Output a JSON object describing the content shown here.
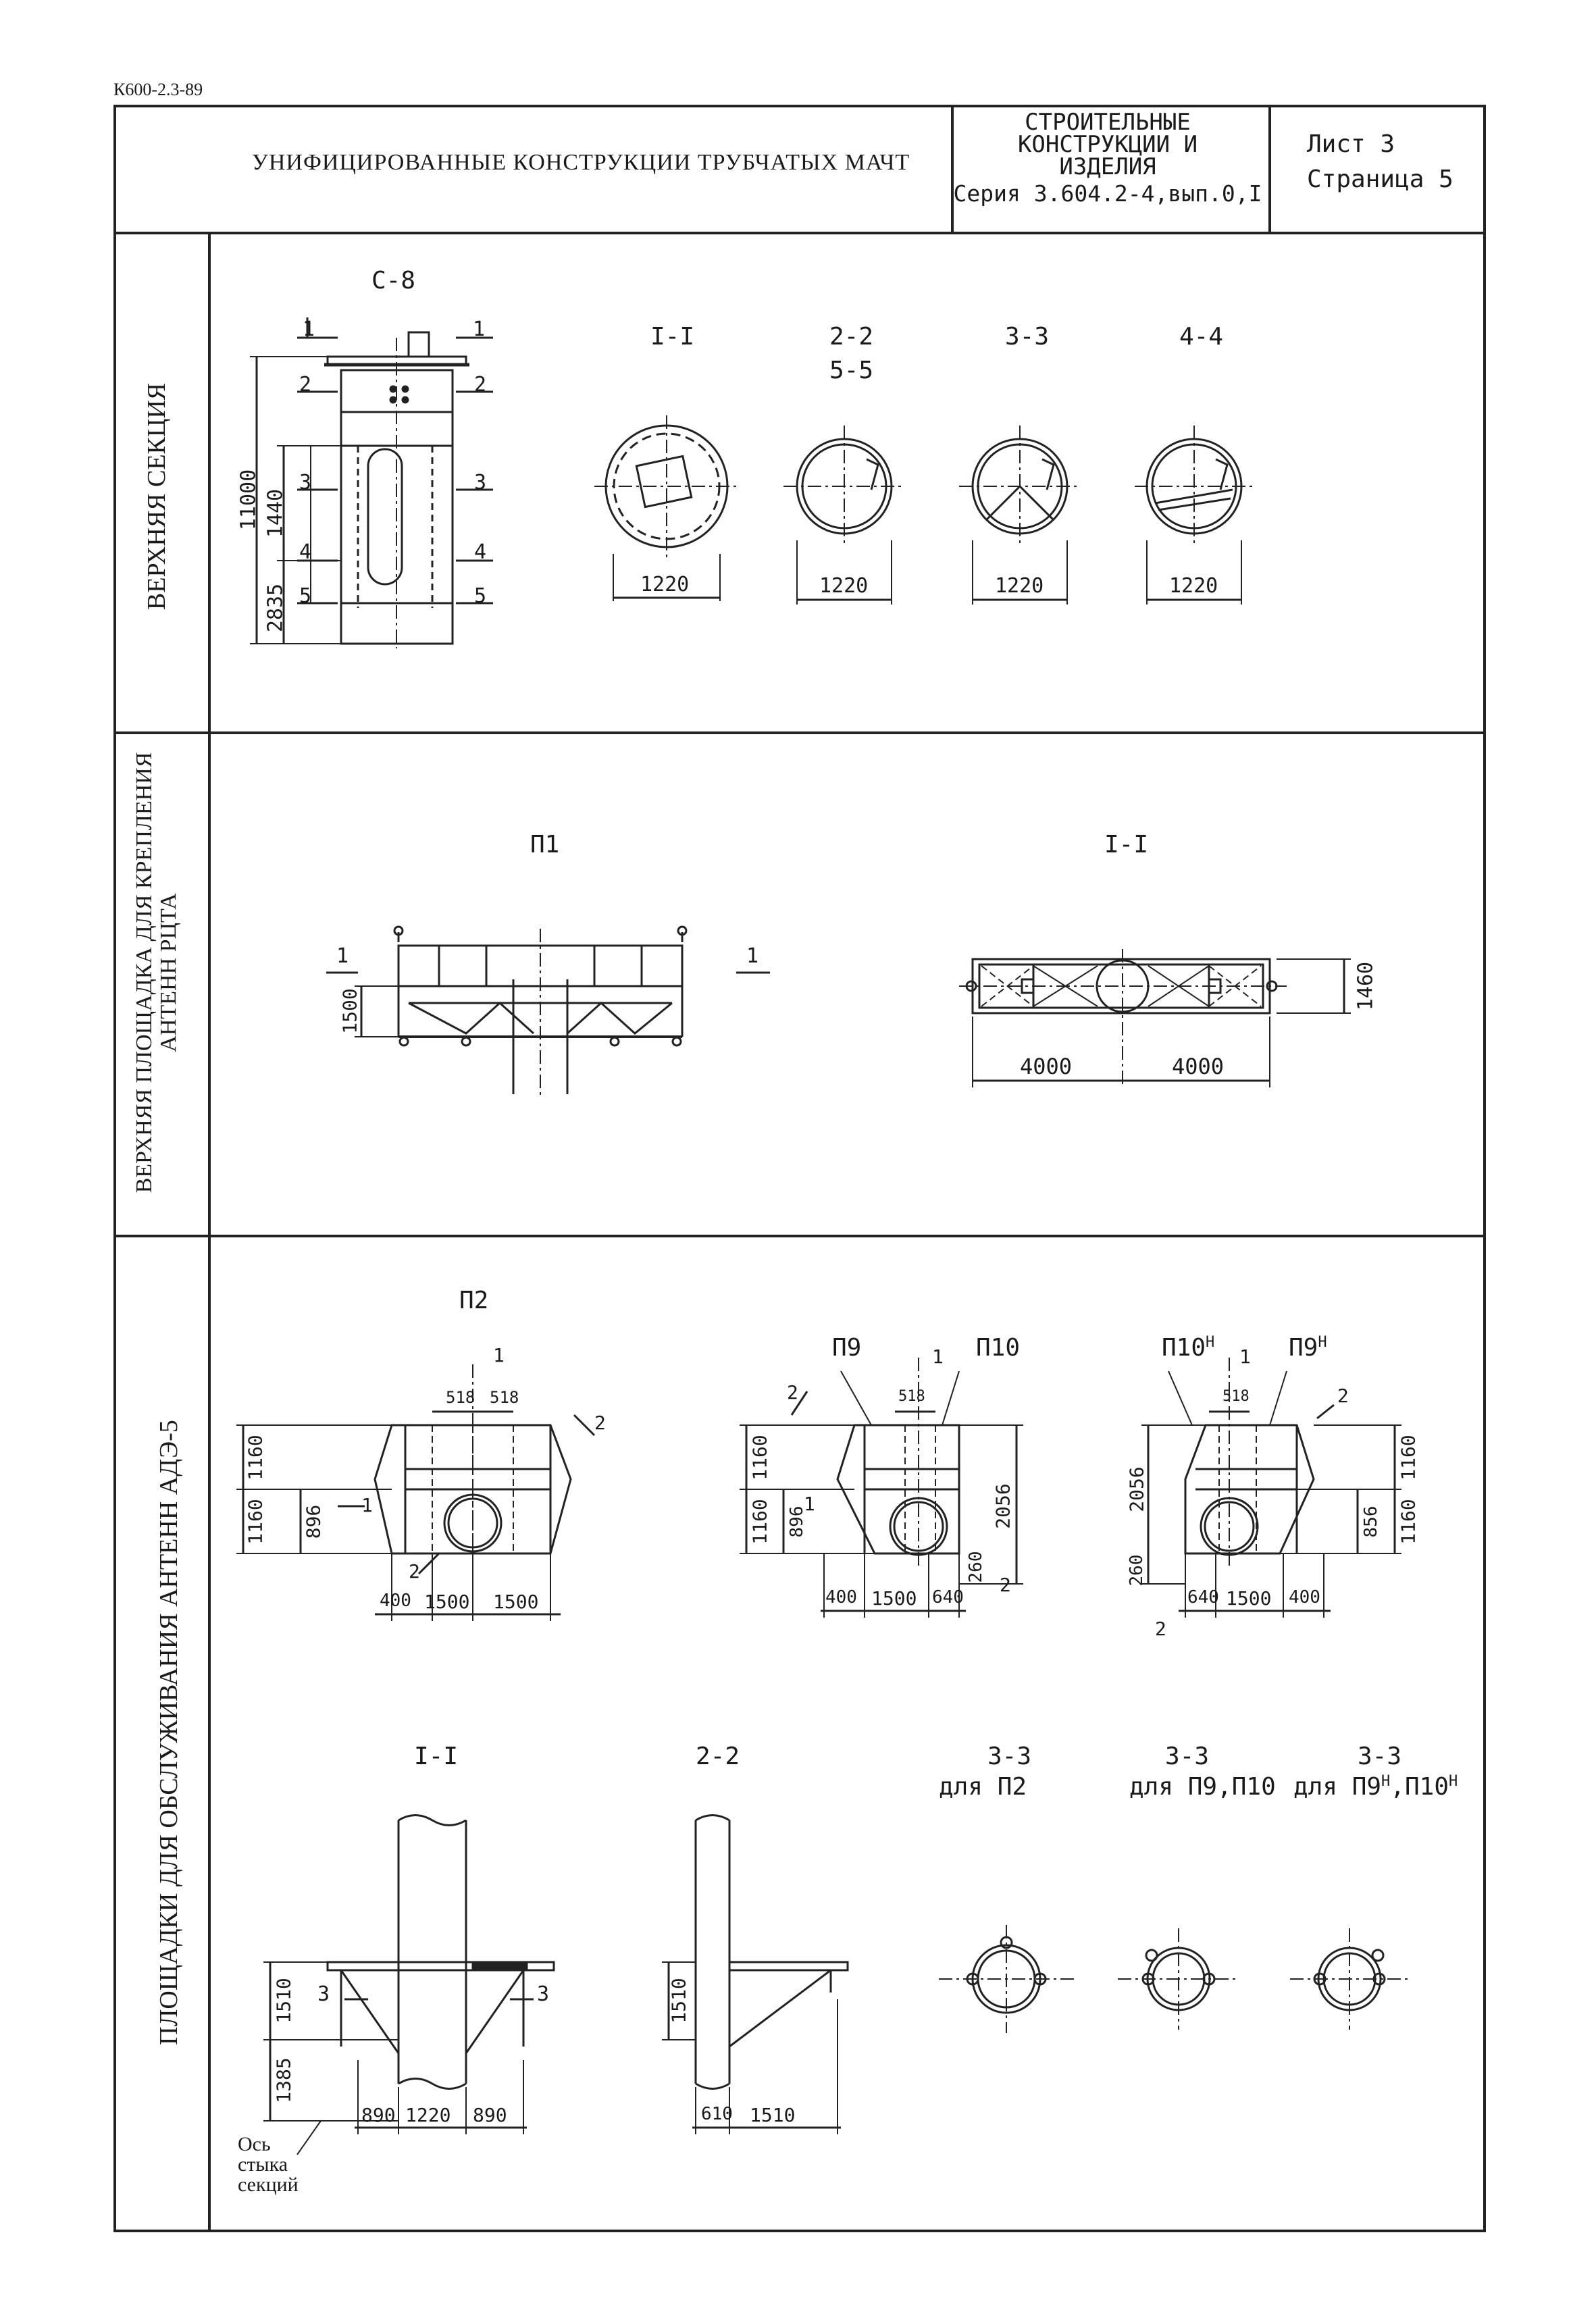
{
  "doc_ref": "К600-2.3-89",
  "header": {
    "title": "УНИФИЦИРОВАННЫЕ КОНСТРУКЦИИ ТРУБЧАТЫХ МАЧТ",
    "category_line1": "СТРОИТЕЛЬНЫЕ",
    "category_line2": "КОНСТРУКЦИИ И",
    "category_line3": "ИЗДЕЛИЯ",
    "series": "Серия 3.604.2-4,вып.0,I",
    "sheet": "Лист  3",
    "page": "Страница 5"
  },
  "sections": {
    "upper_section": {
      "side_label": "ВЕРХНЯЯ СЕКЦИЯ",
      "part_label": "С-8",
      "cut_labels": [
        "1",
        "1",
        "2",
        "2",
        "3",
        "3",
        "4",
        "4",
        "5",
        "5"
      ],
      "dims": {
        "total_height": "11000",
        "mid": "1440",
        "bottom": "2835"
      },
      "views": [
        {
          "title": "I-I",
          "subtitle": "",
          "dim": "1220"
        },
        {
          "title": "2-2",
          "subtitle": "5-5",
          "dim": "1220"
        },
        {
          "title": "3-3",
          "subtitle": "",
          "dim": "1220"
        },
        {
          "title": "4-4",
          "subtitle": "",
          "dim": "1220"
        }
      ]
    },
    "platform_top": {
      "side_label_line1": "ВЕРХНЯЯ ПЛОЩАДКА ДЛЯ КРЕПЛЕНИЯ",
      "side_label_line2": "АНТЕНН РЦТА",
      "view_left_title": "П1",
      "view_right_title": "I-I",
      "cut_labels": [
        "1",
        "1"
      ],
      "dims": {
        "height": "1500",
        "width_right": "1460",
        "half_left": "4000",
        "half_right": "4000"
      }
    },
    "platform_service": {
      "side_label": "ПЛОЩАДКИ ДЛЯ ОБСЛУЖИВАНИЯ АНТЕНН АДЭ-5",
      "p2": {
        "title": "П2",
        "cut_labels": [
          "1",
          "1",
          "2",
          "2"
        ],
        "dims": {
          "a": "518",
          "b": "518",
          "h1": "1160",
          "h2": "1160",
          "h3": "896",
          "w1": "400",
          "w2": "1500",
          "w3": "1500"
        }
      },
      "p9": {
        "title_left": "П9",
        "title_right": "П10",
        "cut_labels": [
          "1",
          "1",
          "2",
          "2"
        ],
        "dims": {
          "a": "518",
          "h1": "1160",
          "h2": "1160",
          "h3": "896",
          "h4": "2056",
          "h5": "260",
          "w1": "400",
          "w2": "1500",
          "w3": "640"
        }
      },
      "p10h": {
        "title_left": "П10",
        "title_left_sup": "Н",
        "title_right": "П9",
        "title_right_sup": "Н",
        "cut_labels": [
          "1",
          "2",
          "2"
        ],
        "dims": {
          "a": "518",
          "h1": "2056",
          "h2": "260",
          "h3": "1160",
          "h4": "1160",
          "h5": "856",
          "w1": "640",
          "w2": "1500",
          "w3": "400"
        }
      },
      "section_views": [
        {
          "title": "I-I",
          "subtitle": ""
        },
        {
          "title": "2-2",
          "subtitle": ""
        },
        {
          "title": "3-3",
          "subtitle": "для П2"
        },
        {
          "title": "3-3",
          "subtitle": "для П9,П10"
        },
        {
          "title": "3-3",
          "subtitle": "для П9",
          "sub_sup1": "Н",
          "sub_mid": ",П10",
          "sub_sup2": "Н"
        }
      ],
      "sec1": {
        "cut_labels": [
          "3",
          "3"
        ],
        "dims": {
          "h1": "1510",
          "h2": "1385",
          "w1": "890",
          "w2": "1220",
          "w3": "890"
        },
        "axis_note_line1": "Ось",
        "axis_note_line2": "стыка",
        "axis_note_line3": "секций"
      },
      "sec2": {
        "dims": {
          "h1": "1510",
          "w1": "610",
          "w2": "1510"
        }
      }
    }
  }
}
